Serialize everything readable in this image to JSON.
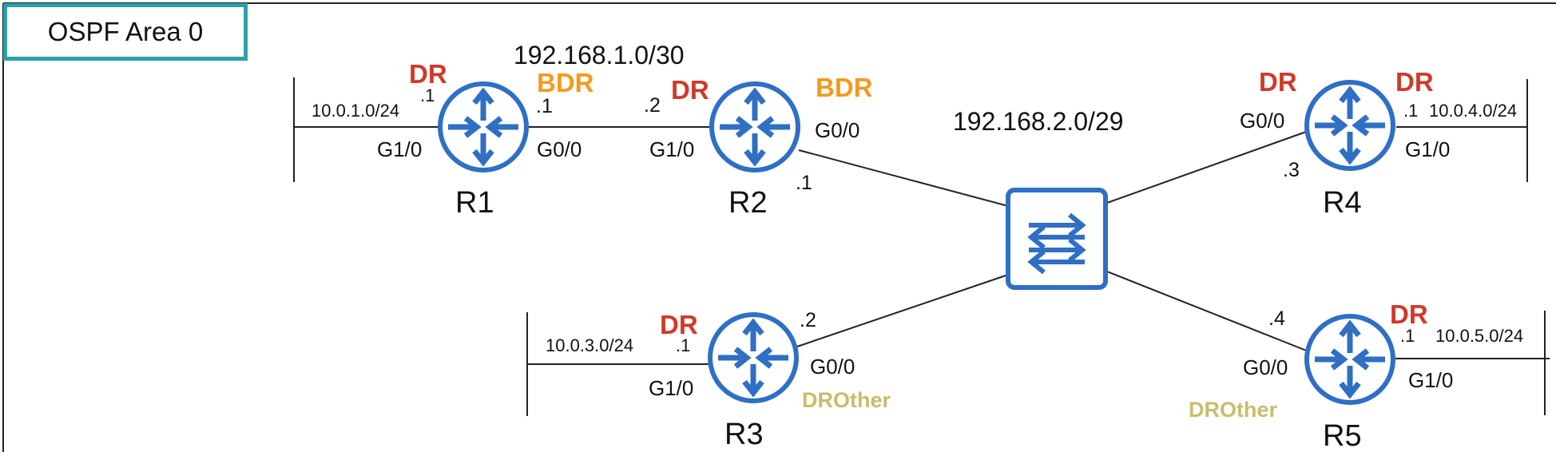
{
  "area": {
    "label": "OSPF Area 0"
  },
  "colors": {
    "dr": "#cf3a2a",
    "bdr": "#f39a1e",
    "drother": "#c8bd6c",
    "router": "#2f6fc4",
    "frame": "#2aa1a8",
    "line": "#222222"
  },
  "routers": {
    "r1": {
      "name": "R1",
      "role": "DR",
      "lan_subnet": "10.0.1.0/24",
      "lan_ip": ".1",
      "lan_if": "G1/0",
      "wan_ip": ".1",
      "wan_if": "G0/0",
      "wan_role": "BDR"
    },
    "r2": {
      "name": "R2",
      "role_r1_link": "DR",
      "r1_link_ip": ".2",
      "r1_link_if": "G1/0",
      "wan_if": "G0/0",
      "wan_ip": ".1",
      "wan_role": "BDR"
    },
    "r3": {
      "name": "R3",
      "role": "DR",
      "lan_subnet": "10.0.3.0/24",
      "lan_ip": ".1",
      "lan_if": "G1/0",
      "wan_ip": ".2",
      "wan_if": "G0/0",
      "wan_role": "DROther"
    },
    "r4": {
      "name": "R4",
      "wan_role": "DR",
      "wan_if": "G0/0",
      "wan_ip": ".3",
      "lan_role": "DR",
      "lan_ip": ".1",
      "lan_subnet": "10.0.4.0/24",
      "lan_if": "G1/0"
    },
    "r5": {
      "name": "R5",
      "lan_role": "DR",
      "lan_ip": ".1",
      "lan_subnet": "10.0.5.0/24",
      "lan_if": "G1/0",
      "wan_ip": ".4",
      "wan_if": "G0/0",
      "wan_role": "DROther"
    }
  },
  "networks": {
    "r1_r2": "192.168.1.0/30",
    "switch_segment": "192.168.2.0/29"
  }
}
